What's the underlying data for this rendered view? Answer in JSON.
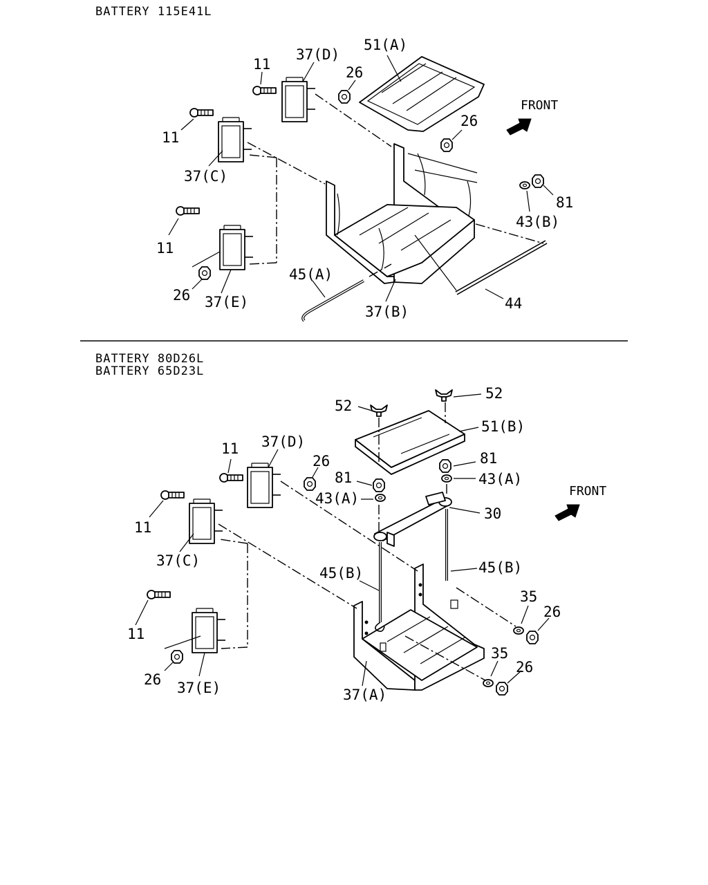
{
  "sections": [
    {
      "headers": [
        "BATTERY 115E41L"
      ],
      "front_label": "FRONT",
      "callouts": [
        "11",
        "37(D)",
        "51(A)",
        "26",
        "26",
        "11",
        "37(C)",
        "81",
        "43(B)",
        "11",
        "26",
        "37(E)",
        "45(A)",
        "37(B)",
        "44"
      ]
    },
    {
      "headers": [
        "BATTERY 80D26L",
        "BATTERY 65D23L"
      ],
      "front_label": "FRONT",
      "callouts": [
        "52",
        "52",
        "51(B)",
        "11",
        "37(D)",
        "26",
        "81",
        "81",
        "43(A)",
        "43(A)",
        "30",
        "11",
        "37(C)",
        "45(B)",
        "45(B)",
        "35",
        "26",
        "11",
        "35",
        "26",
        "26",
        "37(E)",
        "37(A)"
      ]
    }
  ],
  "icons": {
    "front_arrow": "front-arrow-icon"
  }
}
